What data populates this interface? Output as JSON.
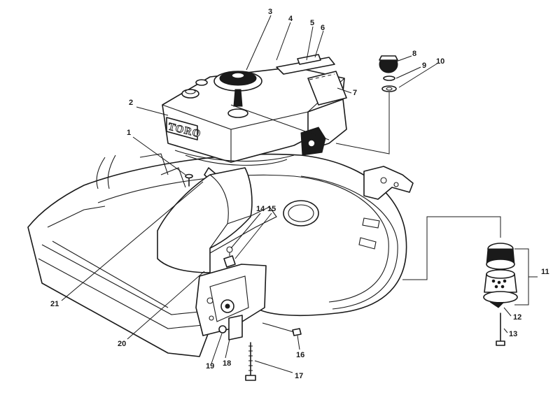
{
  "diagram": {
    "brand_label": "TORO",
    "callouts": [
      "1",
      "2",
      "3",
      "4",
      "5",
      "6",
      "7",
      "8",
      "9",
      "10",
      "11",
      "12",
      "13",
      "14",
      "15",
      "16",
      "17",
      "18",
      "19",
      "20",
      "21"
    ]
  }
}
